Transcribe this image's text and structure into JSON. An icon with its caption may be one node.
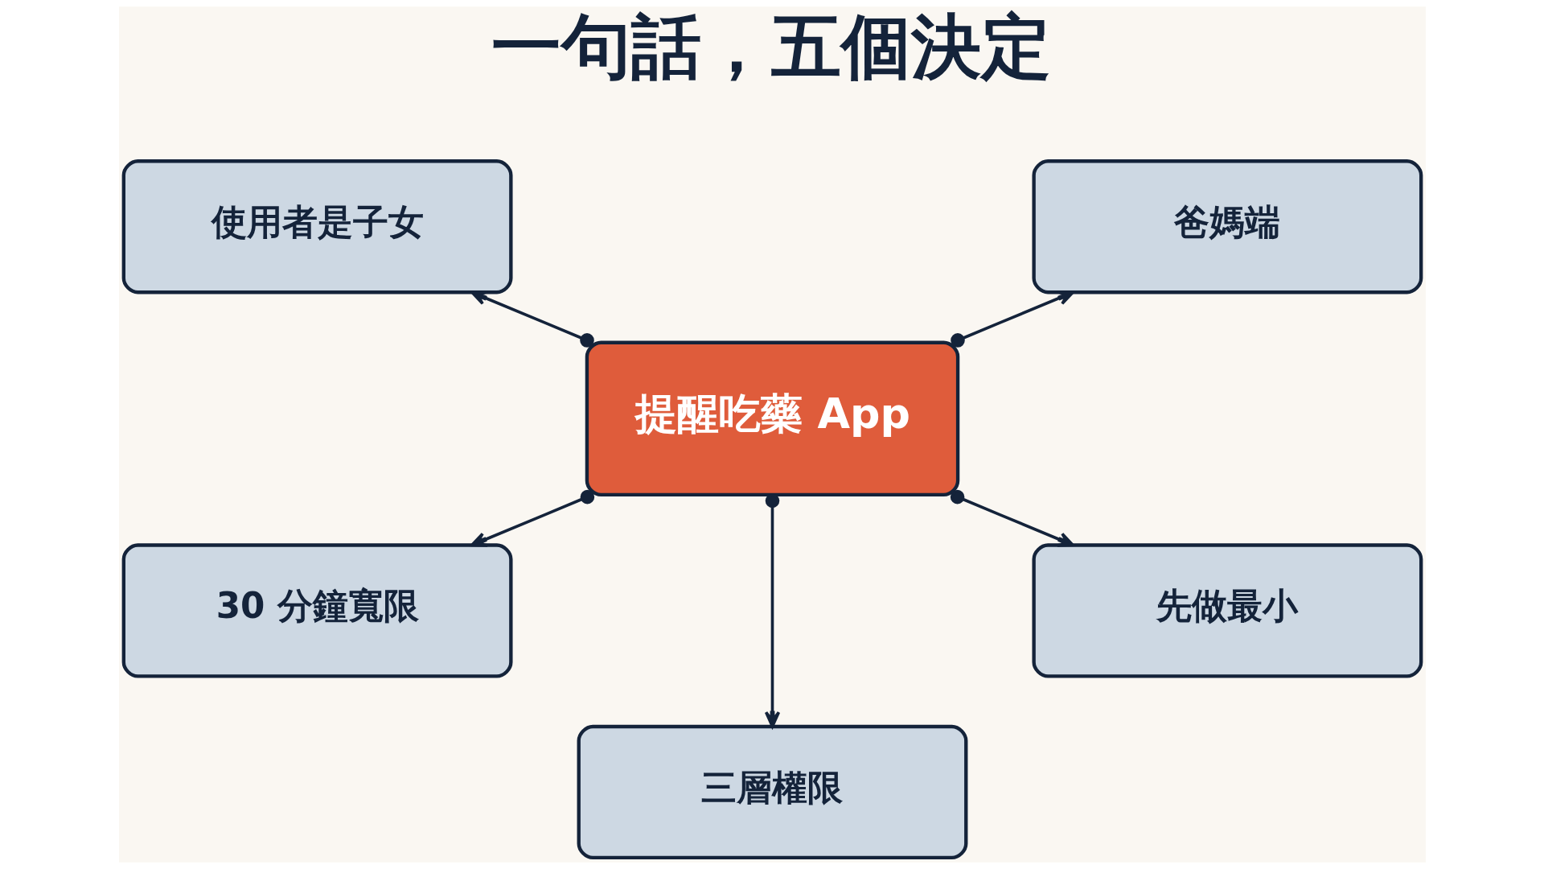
{
  "diagram": {
    "title": "一句話，五個決定",
    "nodes": [
      {
        "text": [
          "使用者是子女"
        ]
      },
      {
        "text": [
          "爸媽端"
        ]
      },
      {
        "text": [
          "提醒吃藥 App"
        ]
      },
      {
        "text": [
          "30 分鐘寬限"
        ]
      },
      {
        "text": [
          "先做最小"
        ]
      },
      {
        "text": [
          "三層權限"
        ]
      }
    ],
    "edges": [
      {
        "from": 2,
        "to": 0,
        "arrow": "to"
      },
      {
        "from": 2,
        "to": 1,
        "arrow": "to"
      },
      {
        "from": 2,
        "to": 3,
        "arrow": "to"
      },
      {
        "from": 2,
        "to": 5,
        "arrow": "to"
      },
      {
        "from": 2,
        "to": 4,
        "arrow": "to"
      }
    ]
  }
}
